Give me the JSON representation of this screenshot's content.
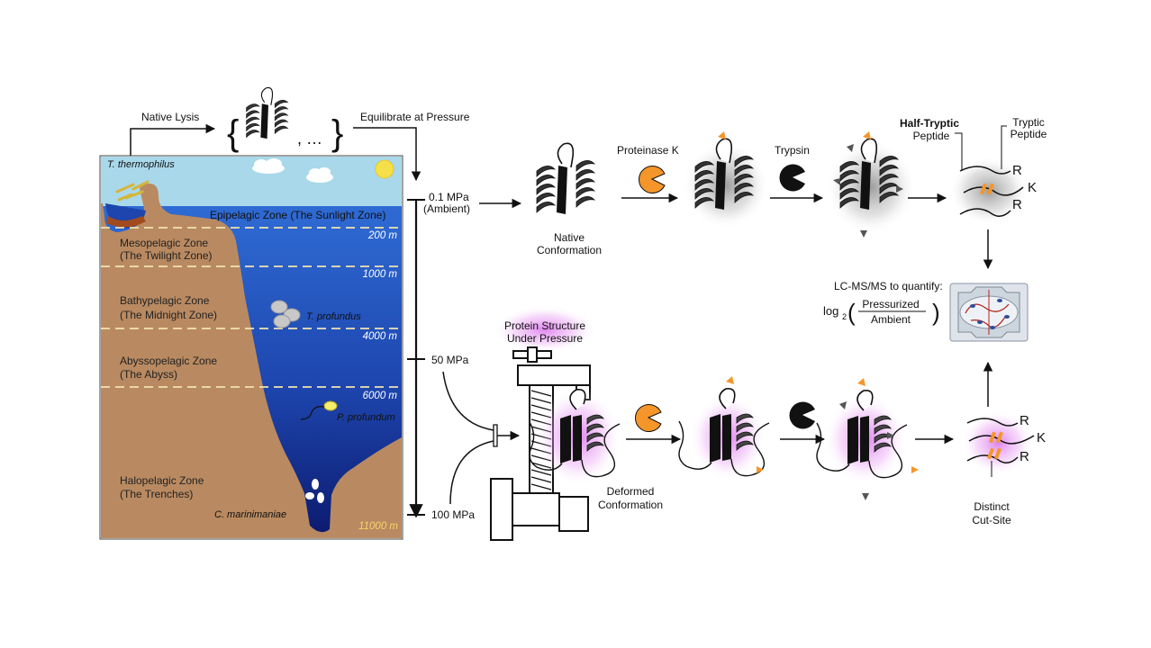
{
  "ocean": {
    "organisms": {
      "t_thermophilus": "T. thermophilus",
      "t_profundus": "T. profundus",
      "p_profundum": "P. profundum",
      "c_marinimaniae": "C. marinimaniae"
    },
    "zones": [
      {
        "name": "Epipelagic Zone (The Sunlight Zone)"
      },
      {
        "name": "Mesopelagic Zone",
        "sub": "(The Twilight Zone)"
      },
      {
        "name": "Bathypelagic Zone",
        "sub": "(The Midnight Zone)"
      },
      {
        "name": "Abyssopelagic Zone",
        "sub": "(The Abyss)"
      },
      {
        "name": "Halopelagic Zone",
        "sub": "(The Trenches)"
      }
    ],
    "depths": [
      "200 m",
      "1000 m",
      "4000 m",
      "6000 m",
      "11000 m"
    ]
  },
  "top": {
    "native_lysis": "Native Lysis",
    "equilibrate": "Equilibrate at Pressure",
    "set_ellipsis": ", …"
  },
  "pressure": {
    "p1": "0.1 MPa",
    "p1_sub": "(Ambient)",
    "p2": "50 MPa",
    "p3": "100 MPa"
  },
  "workflow": {
    "native_conformation": [
      "Native",
      "Conformation"
    ],
    "proteinase_k": "Proteinase K",
    "trypsin": "Trypsin",
    "half_tryptic": [
      "Half-Tryptic",
      "Peptide"
    ],
    "tryptic": [
      "Tryptic",
      "Peptide"
    ],
    "residue_r": "R",
    "residue_k": "K",
    "lcms": "LC-MS/MS to quantify:",
    "log_base": "log",
    "log_sub": "2",
    "numerator": "Pressurized",
    "denominator": "Ambient",
    "protein_under_pressure": [
      "Protein Structure",
      "Under Pressure"
    ],
    "deformed_conformation": [
      "Deformed",
      "Conformation"
    ],
    "distinct_cut_site": [
      "Distinct",
      "Cut-Site"
    ]
  },
  "colors": {
    "sky": "#a9d8ea",
    "ocean_top": "#2f6bd4",
    "ocean_deep": "#0c1a6e",
    "rock": "#b98a61",
    "protease_k": "#f5962a",
    "trypsin": "#111111",
    "glow_native": "#b0b0b0",
    "glow_deformed": "#e07ef0",
    "cut_mark": "#f5962a"
  }
}
